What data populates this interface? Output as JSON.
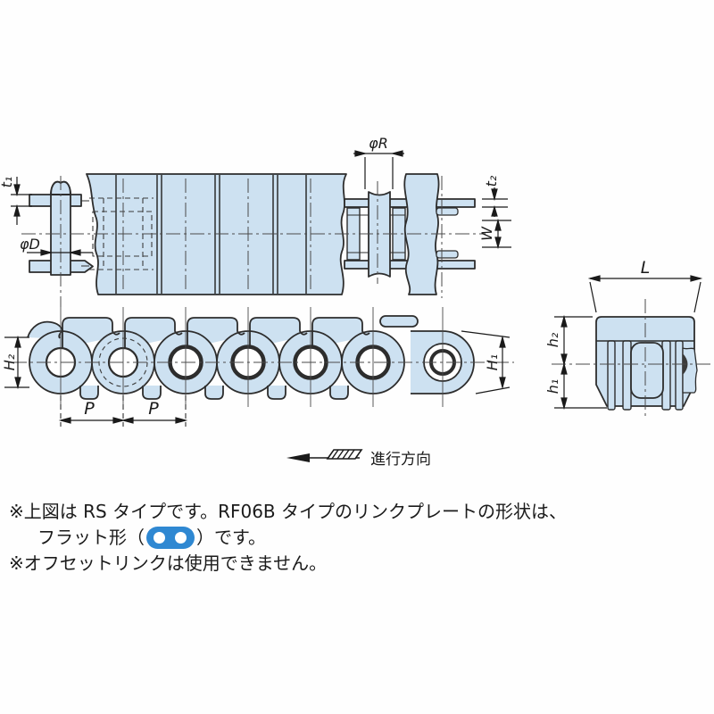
{
  "drawing": {
    "type": "technical-diagram",
    "subject": "roller chain (RS type) dimensional drawing, three views",
    "colors": {
      "part_fill": "#cde1f1",
      "outline": "#2d2d2d",
      "centerline": "#4a4a4a",
      "dimension": "#1a1a1a",
      "pill_blue": "#2f88d2",
      "text": "#1b1b1b",
      "background": "#fefefe"
    },
    "top_view": {
      "labels": {
        "t1": "t₁",
        "phi_d": "φD",
        "phi_r": "φR",
        "t2": "t₂",
        "w": "W"
      }
    },
    "side_view": {
      "labels": {
        "h2_cap": "H₂",
        "h1_cap": "H₁",
        "p1": "P",
        "p2": "P"
      }
    },
    "end_view": {
      "labels": {
        "l": "L",
        "h2": "h₂",
        "h1": "h₁"
      }
    },
    "direction": {
      "label": "進行方向"
    },
    "notes": {
      "line1": "※上図は RS タイプです。RF06B タイプのリンクプレートの形状は、",
      "line2_pre": "フラット形（",
      "line2_post": "）です。",
      "line3": "※オフセットリンクは使用できません。",
      "flat_link_icon": "flat-link-pill-icon"
    }
  }
}
